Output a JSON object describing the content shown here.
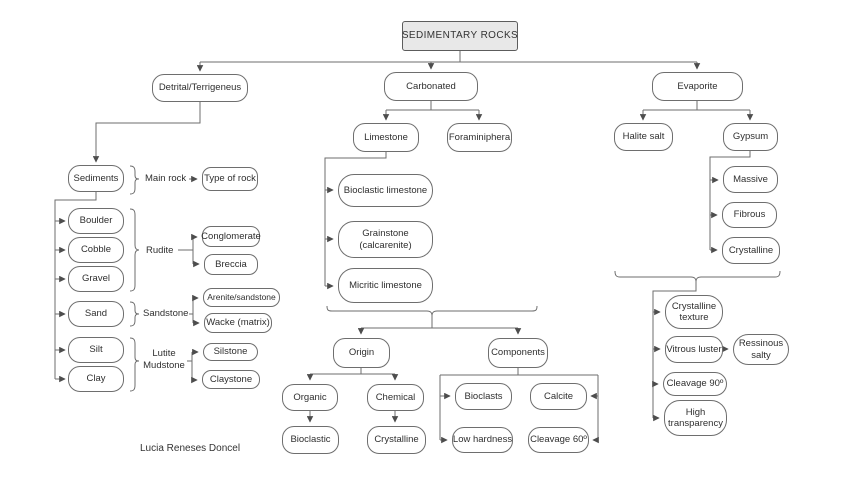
{
  "title": "SEDIMENTARY ROCKS",
  "author": "Lucia Reneses Doncel",
  "colors": {
    "title_box_fill": "#e8e8e8",
    "line_color": "#6e6e6e"
  },
  "detrital": {
    "label": "Detrital/Terrigeneus",
    "sediments": "Sediments",
    "main_rock": "Main rock",
    "type_of_rock": "Type of rock",
    "grain_sizes": [
      "Boulder",
      "Cobble",
      "Gravel",
      "Sand",
      "Silt",
      "Clay"
    ],
    "rudite_label": "Rudite",
    "rudite_rocks": [
      "Conglomerate",
      "Breccia"
    ],
    "sandstone_label": "Sandstone",
    "sandstone_rocks": [
      "Arenite/sandstone",
      "Wacke (matrix)"
    ],
    "lutite_label": "Lutite Mudstone",
    "lutite_rocks": [
      "Silstone",
      "Claystone"
    ]
  },
  "carbonated": {
    "label": "Carbonated",
    "limestone": "Limestone",
    "foraminiphera": "Foraminiphera",
    "limestone_types": [
      "Bioclastic limestone",
      "Grainstone (calcarenite)",
      "Micritic limestone"
    ],
    "origin_label": "Origin",
    "origin_types": [
      "Organic",
      "Chemical"
    ],
    "origin_results": [
      "Bioclastic",
      "Crystalline"
    ],
    "components_label": "Components",
    "component_items": [
      "Bioclasts",
      "Calcite"
    ],
    "component_properties": [
      "Low hardness",
      "Cleavage 60º"
    ]
  },
  "evaporite": {
    "label": "Evaporite",
    "halite": "Halite salt",
    "gypsum": "Gypsum",
    "gypsum_forms": [
      "Massive",
      "Fibrous",
      "Crystalline"
    ],
    "gypsum_properties": [
      "Crystalline texture",
      "Vitrous luster",
      "Cleavage 90º",
      "High transparency"
    ],
    "luster_note": "Ressinous salty"
  }
}
